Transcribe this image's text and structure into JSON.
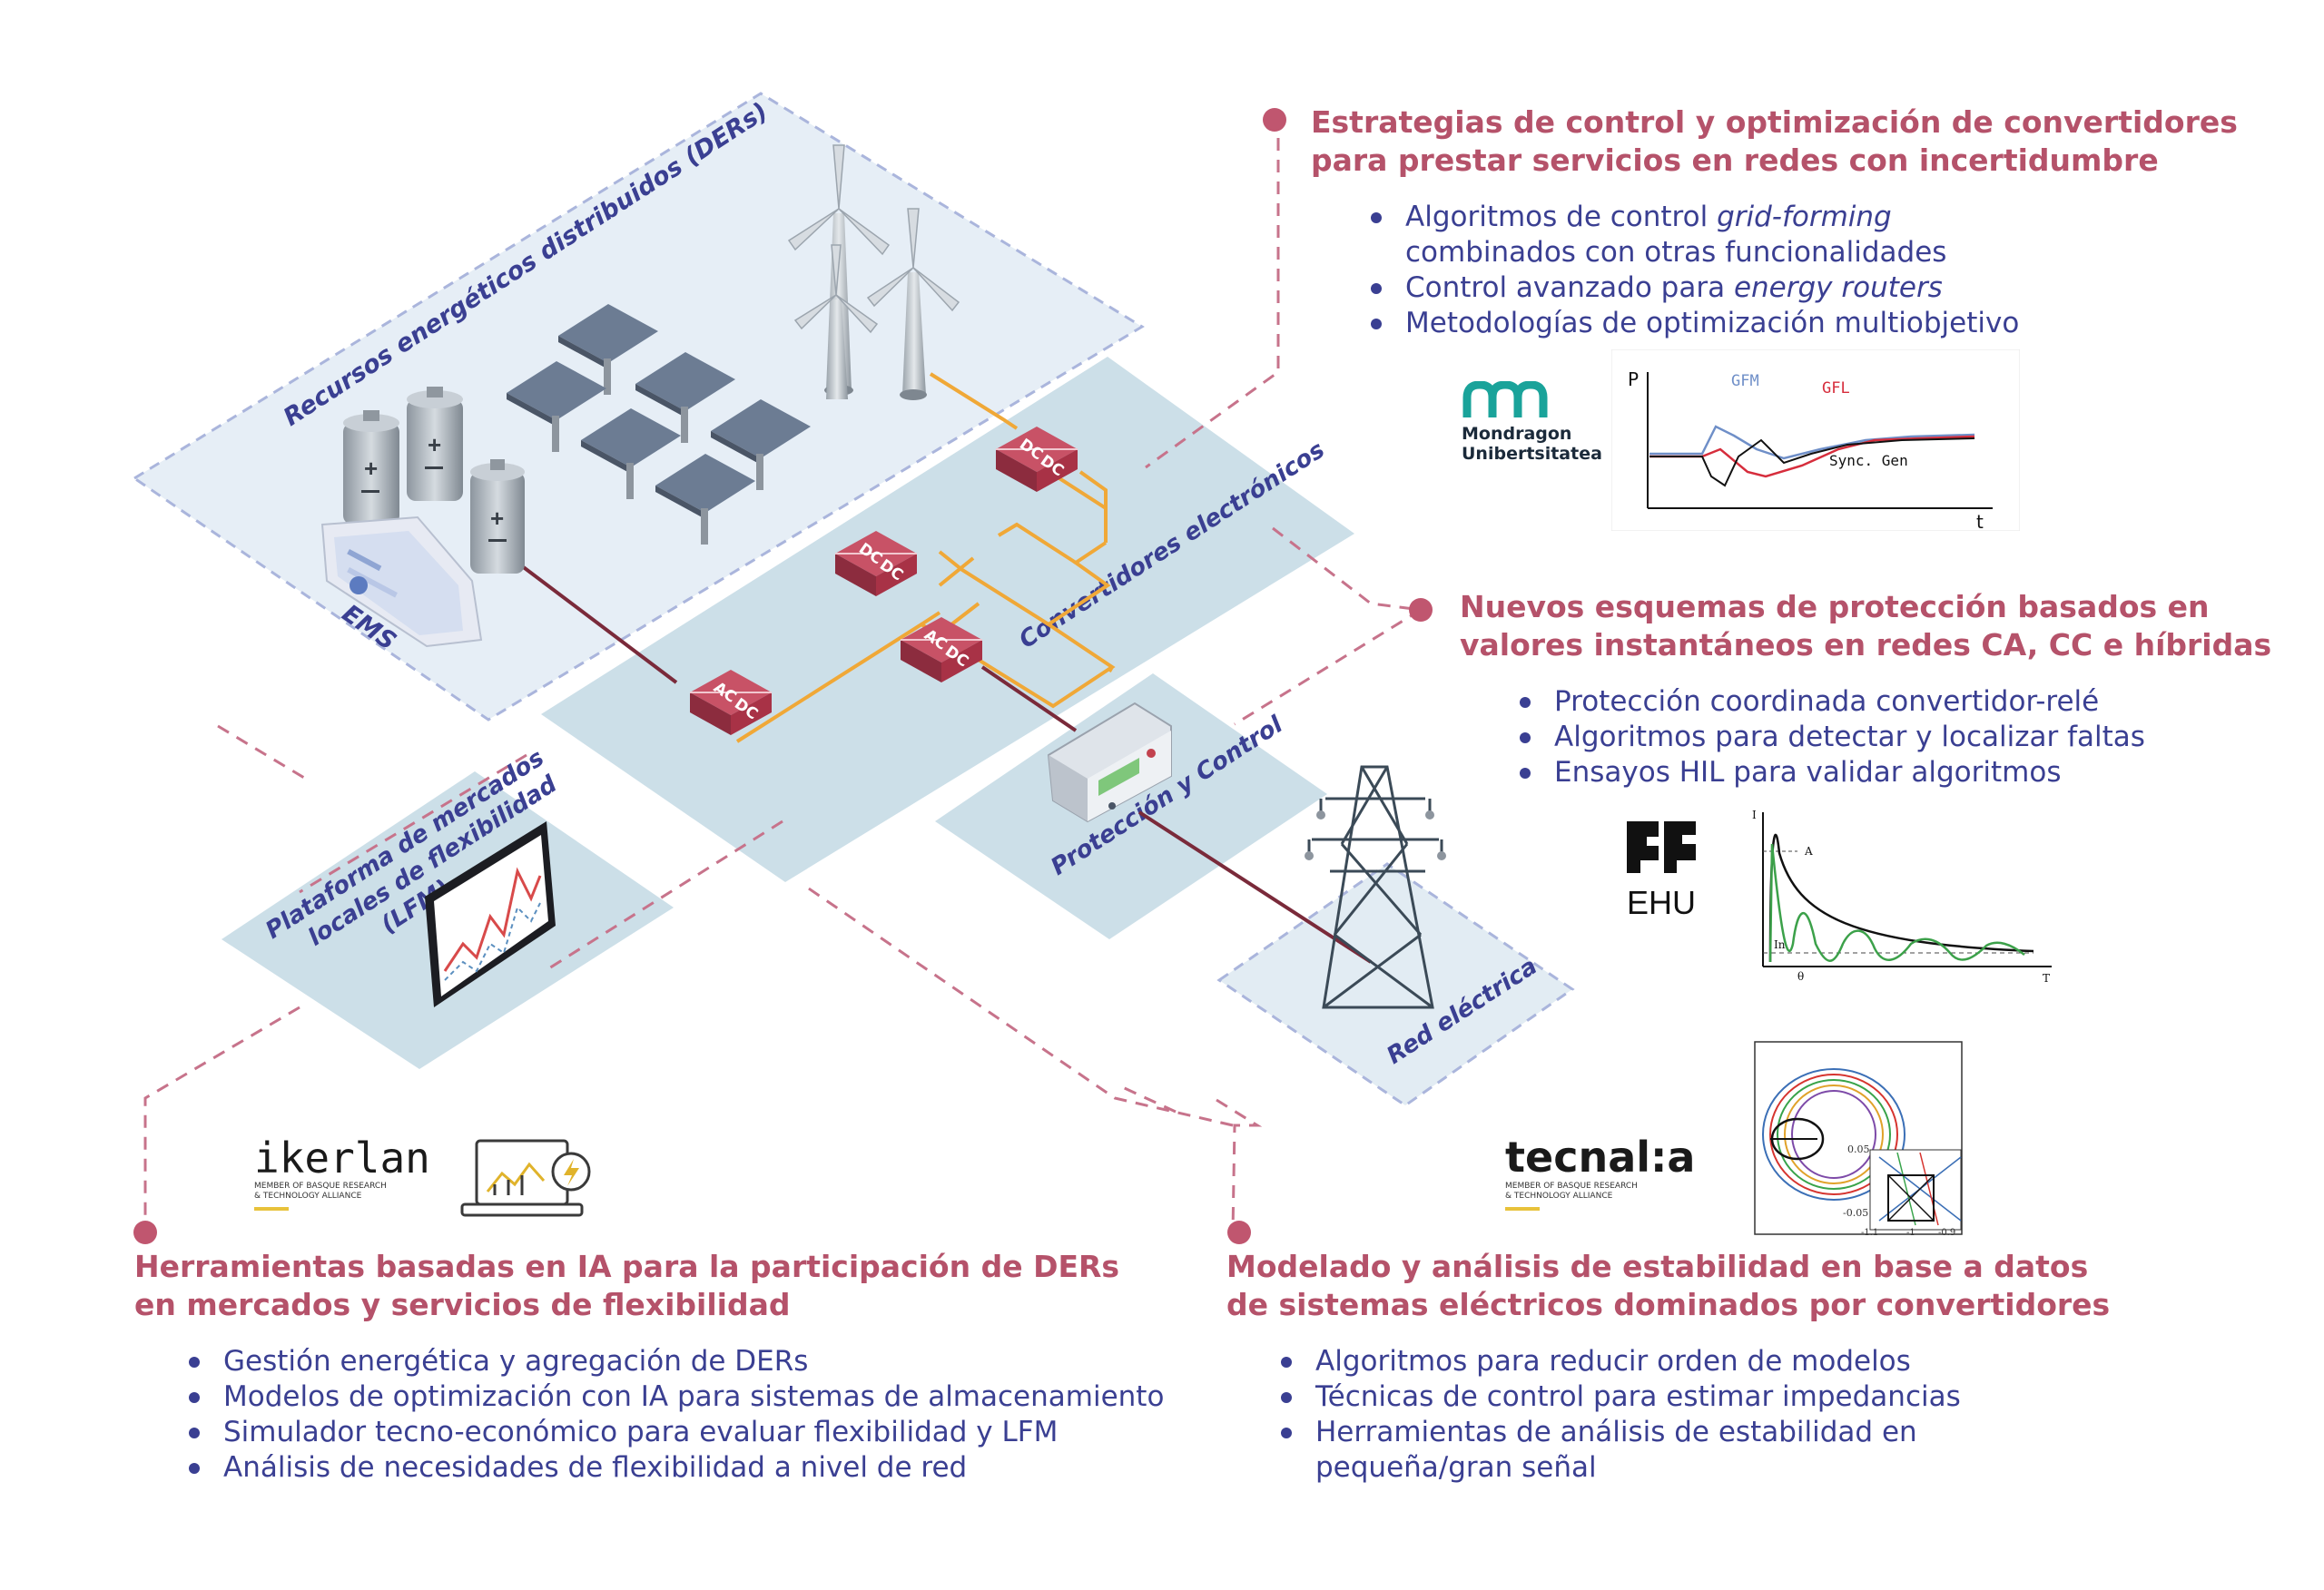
{
  "areas": {
    "ders": "Recursos energéticos distribuidos (DERs)",
    "converters": "Convertidores electrónicos",
    "protection": "Protección y Control",
    "grid": "Red eléctrica",
    "lfm_line1": "Plataforma de mercados",
    "lfm_line2": "locales de flexibilidad",
    "lfm_line3": "(LFM)",
    "ems": "EMS"
  },
  "converter_labels": {
    "ac": "AC",
    "dc": "DC"
  },
  "sections": {
    "s1": {
      "title_line1": "Estrategias de control y optimización de convertidores",
      "title_line2": "para prestar servicios en redes con incertidumbre",
      "b1_pre": "Algoritmos de control ",
      "b1_em": "grid-forming",
      "b1_line2": "combinados con otras funcionalidades",
      "b2_pre": "Control avanzado para ",
      "b2_em": "energy routers",
      "b3": "Metodologías de optimización multiobjetivo"
    },
    "s2": {
      "title_line1": "Nuevos esquemas de protección basados en",
      "title_line2": "valores instantáneos en redes CA, CC e híbridas",
      "b1": "Protección coordinada convertidor-relé",
      "b2": "Algoritmos para detectar y localizar faltas",
      "b3": "Ensayos HIL para validar algoritmos"
    },
    "s3": {
      "title_line1": "Herramientas basadas en IA para la participación de DERs",
      "title_line2": "en mercados y servicios de flexibilidad",
      "b1": "Gestión energética y agregación de DERs",
      "b2": "Modelos de optimización con IA para sistemas de almacenamiento",
      "b3": "Simulador tecno-económico para evaluar flexibilidad y LFM",
      "b4": "Análisis de necesidades de flexibilidad a nivel de red"
    },
    "s4": {
      "title_line1": "Modelado y análisis de estabilidad en base a datos",
      "title_line2": "de sistemas eléctricos dominados por convertidores",
      "b1": "Algoritmos para reducir orden de modelos",
      "b2": "Técnicas de control para estimar impedancias",
      "b3_line1": "Herramientas de análisis de estabilidad en",
      "b3_line2": "pequeña/gran señal"
    }
  },
  "logos": {
    "mondragon_line1": "Mondragon",
    "mondragon_line2": "Unibertsitatea",
    "ehu": "EHU",
    "ikerlan": "ikerlan",
    "ikerlan_sub1": "MEMBER OF BASQUE RESEARCH",
    "ikerlan_sub2": "& TECHNOLOGY ALLIANCE",
    "tecnalia": "tecnal:a",
    "tecnalia_sub1": "MEMBER OF BASQUE RESEARCH",
    "tecnalia_sub2": "& TECHNOLOGY ALLIANCE"
  },
  "plot_labels": {
    "p_axis": "P",
    "t_axis": "t",
    "gfm": "GFM",
    "gfl": "GFL",
    "sync_gen": "Sync. Gen",
    "i_axis": "I",
    "t_axis2": "T",
    "a_label": "A",
    "in_label": "In",
    "theta": "θ",
    "t1": "-1.1",
    "t2": "-1",
    "t3": "-0.9",
    "y1": "0.05",
    "y2": "-0.05"
  },
  "colors": {
    "accent": "#b5526a",
    "text_blue": "#3a3f92",
    "platform": "#ccdfe8",
    "der_area": "#e6eef6",
    "converter": "#b23a4e",
    "link_orange": "#f0a837",
    "link_dark": "#7a2a3a"
  }
}
